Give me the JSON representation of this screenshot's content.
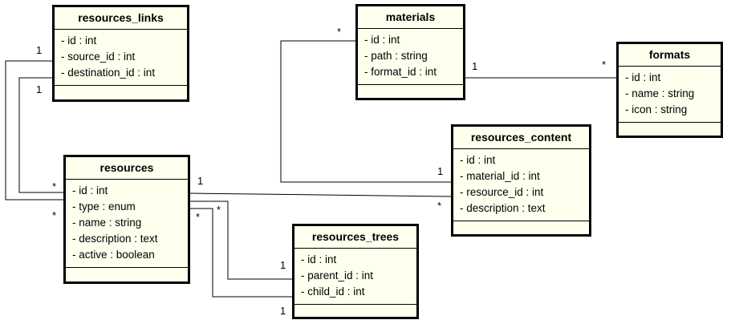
{
  "classes": {
    "resources_links": {
      "name": "resources_links",
      "attributes": [
        "- id : int",
        "- source_id : int",
        "- destination_id : int"
      ]
    },
    "materials": {
      "name": "materials",
      "attributes": [
        "- id : int",
        "- path : string",
        "- format_id : int"
      ]
    },
    "formats": {
      "name": "formats",
      "attributes": [
        "- id : int",
        "- name : string",
        "- icon : string"
      ]
    },
    "resources_content": {
      "name": "resources_content",
      "attributes": [
        "- id : int",
        "- material_id : int",
        "- resource_id : int",
        "- description : text"
      ]
    },
    "resources": {
      "name": "resources",
      "attributes": [
        "- id : int",
        "- type : enum",
        "- name : string",
        "- description : text",
        "- active : boolean"
      ]
    },
    "resources_trees": {
      "name": "resources_trees",
      "attributes": [
        "- id : int",
        "- parent_id : int",
        "- child_id : int"
      ]
    }
  },
  "multiplicities": {
    "links_source_one": "1",
    "links_destination_one": "1",
    "resources_source_many": "*",
    "resources_destination_many": "*",
    "materials_content_many": "*",
    "materials_formats_one": "1",
    "formats_materials_many": "*",
    "content_material_one": "1",
    "resources_content_one": "1",
    "content_resources_many": "*",
    "resources_parent_many": "*",
    "resources_child_many": "*",
    "trees_parent_one": "1",
    "trees_child_one": "1"
  }
}
